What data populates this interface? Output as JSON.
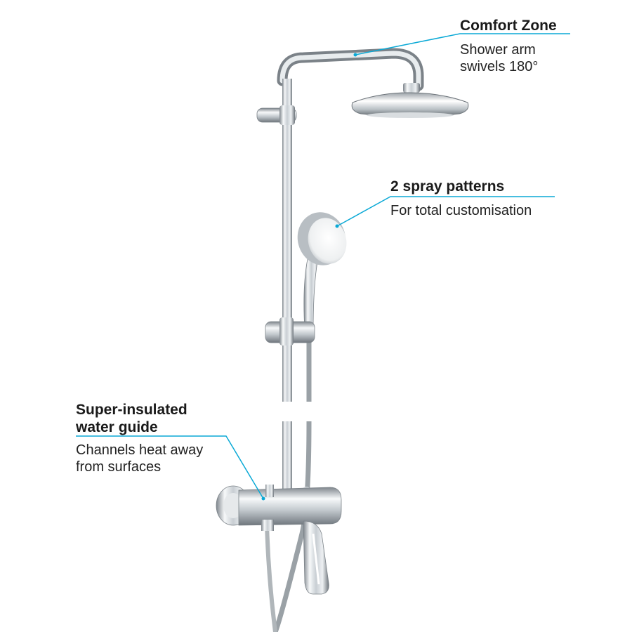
{
  "colors": {
    "accent": "#0aa9d6",
    "chrome_dark": "#8d949b",
    "chrome_light": "#f4f6f7"
  },
  "callouts": [
    {
      "id": "comfort-zone",
      "title": "Comfort Zone",
      "body": [
        "Shower arm",
        "swivels 180°"
      ]
    },
    {
      "id": "spray-patterns",
      "title": "2 spray patterns",
      "body": [
        "For total customisation"
      ]
    },
    {
      "id": "water-guide",
      "title": [
        "Super-insulated",
        "water guide"
      ],
      "body": [
        "Channels heat away",
        "from surfaces"
      ]
    }
  ]
}
